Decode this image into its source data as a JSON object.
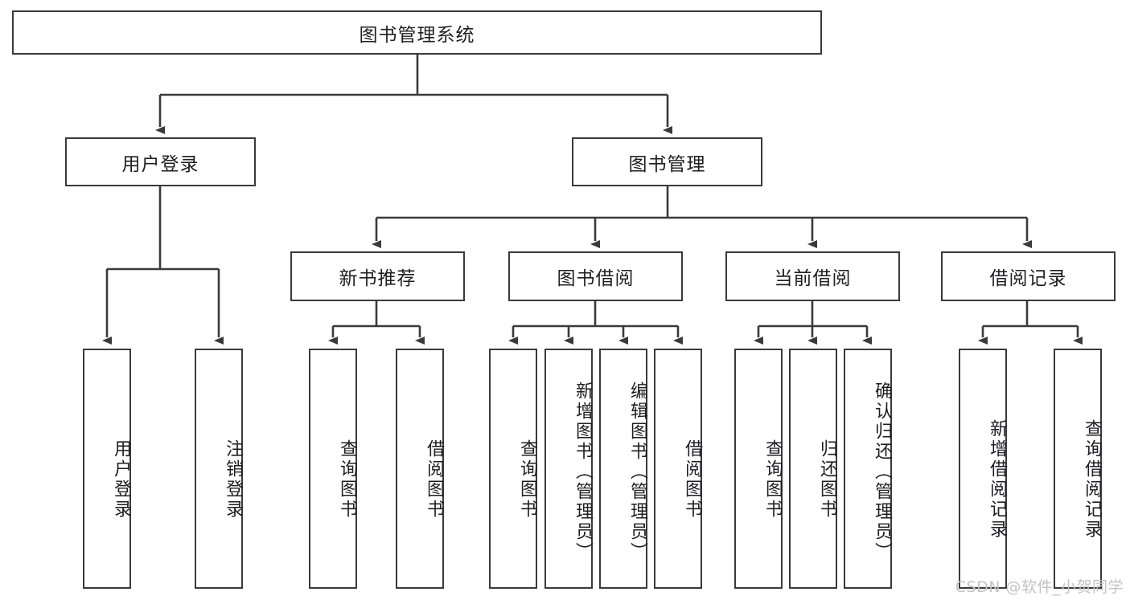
{
  "diagram": {
    "title": "图书管理系统",
    "watermark": "CSDN @软件_小贺同学",
    "line_color": "#3a3a3c",
    "box_fill": "#ffffff",
    "text_color": "#1f1f22",
    "watermark_color": "#c3c3c6",
    "root": {
      "label": "图书管理系统"
    },
    "level2": [
      {
        "label": "用户登录"
      },
      {
        "label": "图书管理"
      }
    ],
    "level3": [
      {
        "label": "新书推荐"
      },
      {
        "label": "图书借阅"
      },
      {
        "label": "当前借阅"
      },
      {
        "label": "借阅记录"
      }
    ],
    "leaves": {
      "user_login": [
        {
          "label": "用户登录"
        },
        {
          "label": "注销登录"
        }
      ],
      "new_book_recommend": [
        {
          "label": "查询图书"
        },
        {
          "label": "借阅图书"
        }
      ],
      "book_borrow": [
        {
          "label": "查询图书"
        },
        {
          "label": "新增图书（管理员）"
        },
        {
          "label": "编辑图书（管理员）"
        },
        {
          "label": "借阅图书"
        }
      ],
      "current_borrow": [
        {
          "label": "查询图书"
        },
        {
          "label": "归还图书"
        },
        {
          "label": "确认归还（管理员）"
        }
      ],
      "borrow_record": [
        {
          "label": "新增借阅记录"
        },
        {
          "label": "查询借阅记录"
        }
      ]
    }
  }
}
